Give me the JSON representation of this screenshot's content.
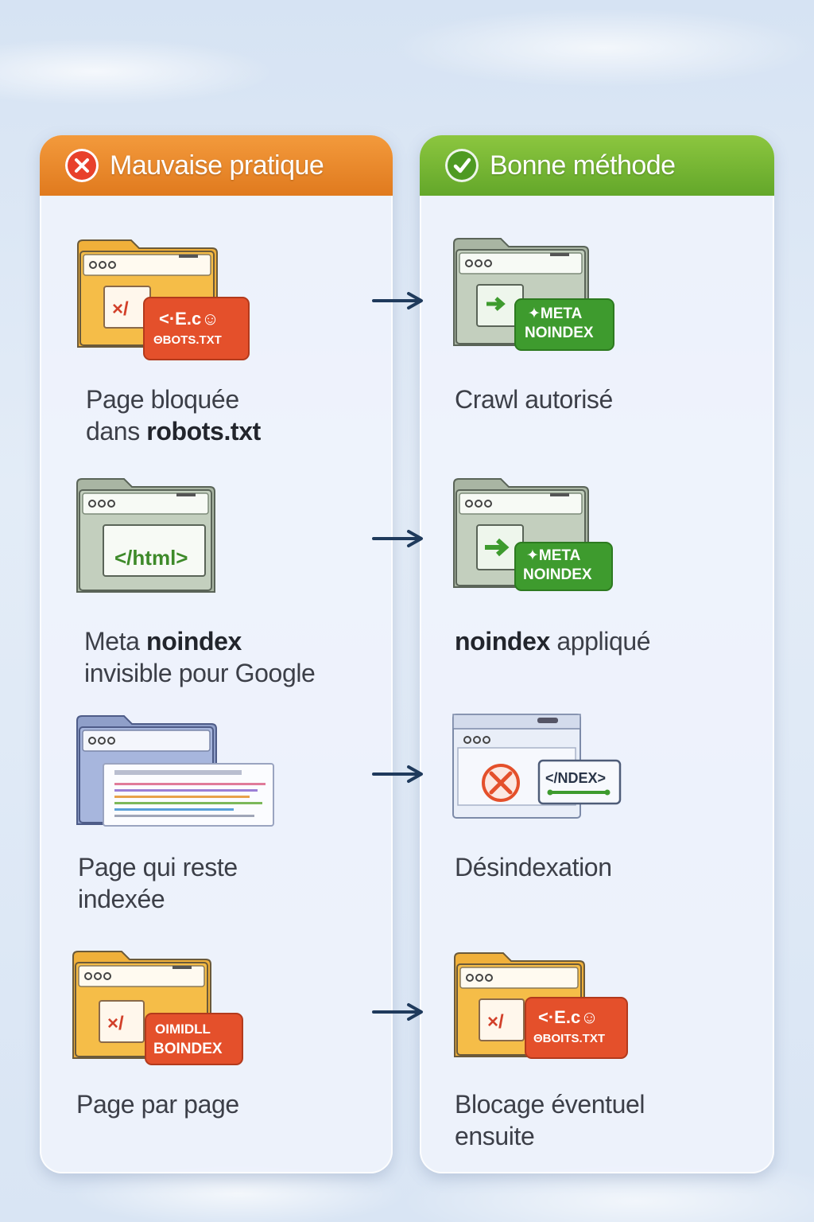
{
  "left": {
    "title": "Mauvaise pratique",
    "items": [
      {
        "line1": "Page bloquée",
        "line2_pre": "dans ",
        "line2_bold": "robots.txt",
        "badge_top": "<·E.c☺",
        "badge_bottom": "ΘBOTS.TXT"
      },
      {
        "line1_pre": "Meta ",
        "line1_bold": "noindex",
        "line2": "invisible pour Google",
        "doc_tag": "</html>"
      },
      {
        "line1": "Page qui reste",
        "line2": "indexée"
      },
      {
        "line1": "Page par page",
        "badge_top": "OIMIDLL",
        "badge_bottom": "BOINDEX"
      }
    ]
  },
  "right": {
    "title": "Bonne méthode",
    "items": [
      {
        "line1": "Crawl autorisé",
        "badge_top": "META",
        "badge_bottom": "NOINDEX"
      },
      {
        "line1_bold": "noindex",
        "line1_post": " appliqué",
        "badge_top": "META",
        "badge_bottom": "NOINDEX"
      },
      {
        "line1": "Désindexation",
        "tag": "</NDEX>"
      },
      {
        "line1": "Blocage éventuel",
        "line2": "ensuite",
        "badge_top": "<·E.c☺",
        "badge_bottom": "ΘBOITS.TXT"
      }
    ]
  },
  "colors": {
    "bad_header": "#e07a1e",
    "good_header": "#63a72a",
    "arrow": "#1f3a5c",
    "badge_red": "#e4502b",
    "badge_green": "#3e9b2e"
  },
  "icons": [
    "close-icon",
    "check-icon",
    "folder-browser-icon",
    "arrow-right-icon"
  ]
}
